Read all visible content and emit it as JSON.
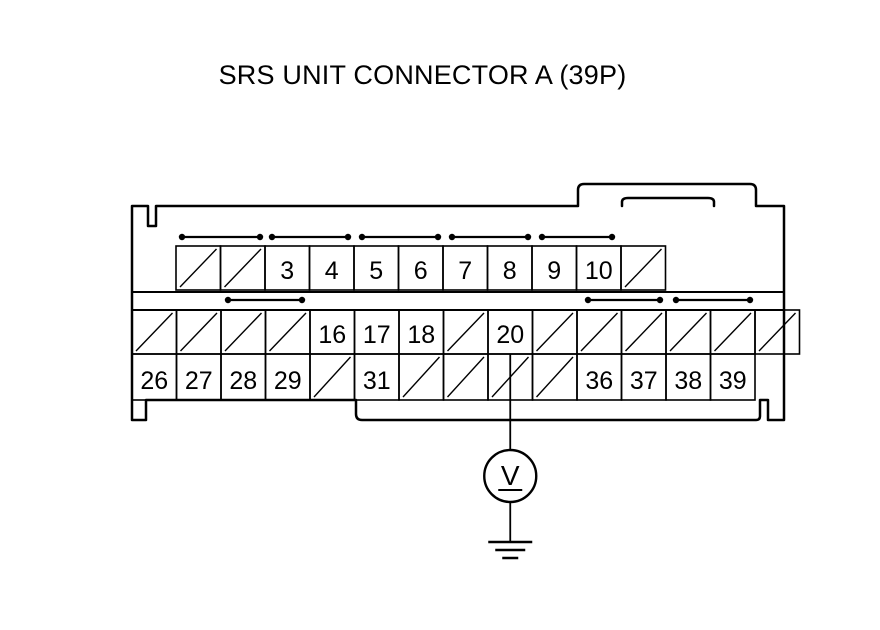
{
  "title": "SRS UNIT CONNECTOR A (39P)",
  "rows": [
    [
      "",
      "",
      "3",
      "4",
      "5",
      "6",
      "7",
      "8",
      "9",
      "10",
      ""
    ],
    [
      "",
      "",
      "",
      "",
      "16",
      "17",
      "18",
      "",
      "20",
      "",
      "",
      "",
      "",
      "",
      ""
    ],
    [
      "26",
      "27",
      "28",
      "29",
      "",
      "31",
      "",
      "",
      "",
      "",
      "36",
      "37",
      "38",
      "39"
    ]
  ],
  "probe_terminal": "20",
  "meter_symbol": "V",
  "colors": {
    "line": "#000000",
    "background": "#ffffff"
  }
}
